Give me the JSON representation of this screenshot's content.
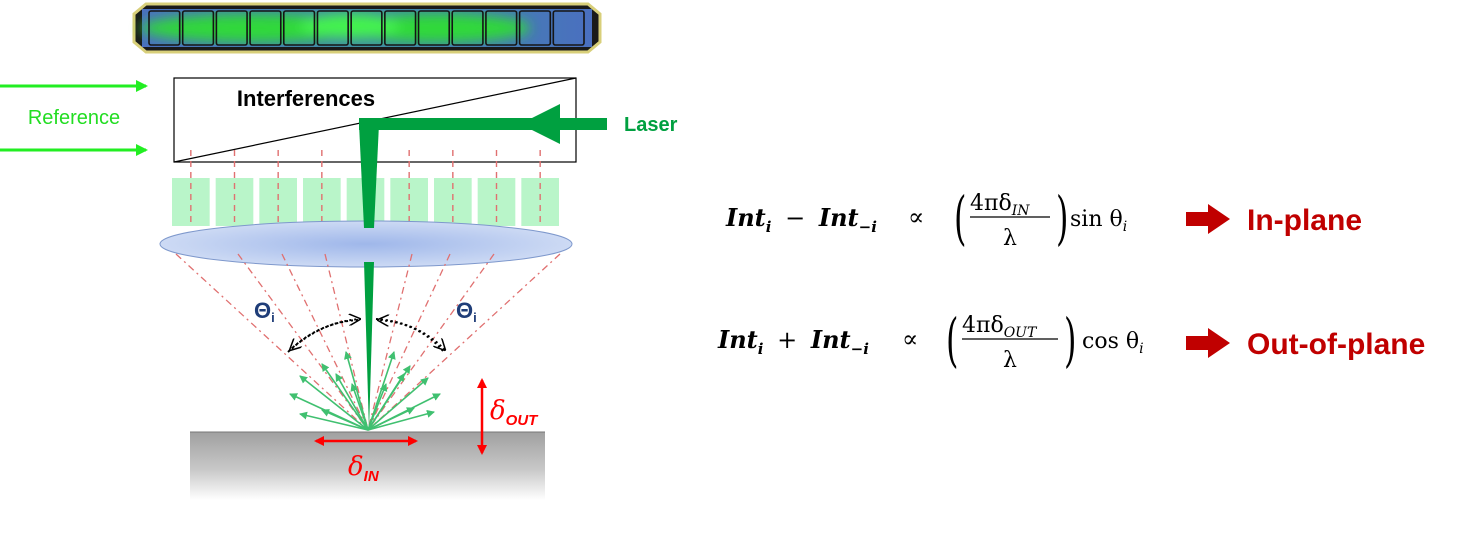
{
  "diagram": {
    "labels": {
      "reference": "Reference",
      "interferences": "Interferences",
      "laser": "Laser",
      "theta_sym": "Θ",
      "theta_sub": "i",
      "delta_sym": "δ",
      "delta_out_sub": "OUT",
      "delta_in_sub": "IN"
    },
    "colors": {
      "laser_green": "#00a040",
      "reference_green": "#22ee22",
      "scatter_green": "#40c070",
      "ray_red": "#e07070",
      "displacement_red": "#ff0000",
      "theta_blue": "#1f3d78",
      "result_red": "#c00000",
      "lens_blue": "#a9bfe8",
      "pixel_green": "#b9f5c9",
      "sample_gray": "#a0a0a0"
    },
    "camera_pixels": 13,
    "lenslets": 9
  },
  "equations": [
    {
      "lhs_a": "Int",
      "lhs_a_sub": "i",
      "op": "−",
      "lhs_b": "Int",
      "lhs_b_sub": "−i",
      "prop": "∝",
      "num": "4πδ",
      "num_sub": "IN",
      "den": "λ",
      "func": "sin θ",
      "func_sub": "i",
      "arrow_icon": "right-arrow-icon",
      "result": "In-plane"
    },
    {
      "lhs_a": "Int",
      "lhs_a_sub": "i",
      "op": "+",
      "lhs_b": "Int",
      "lhs_b_sub": "−i",
      "prop": "∝",
      "num": "4πδ",
      "num_sub": "OUT",
      "den": "λ",
      "func": "cos θ",
      "func_sub": "i",
      "arrow_icon": "right-arrow-icon",
      "result": "Out-of-plane"
    }
  ]
}
